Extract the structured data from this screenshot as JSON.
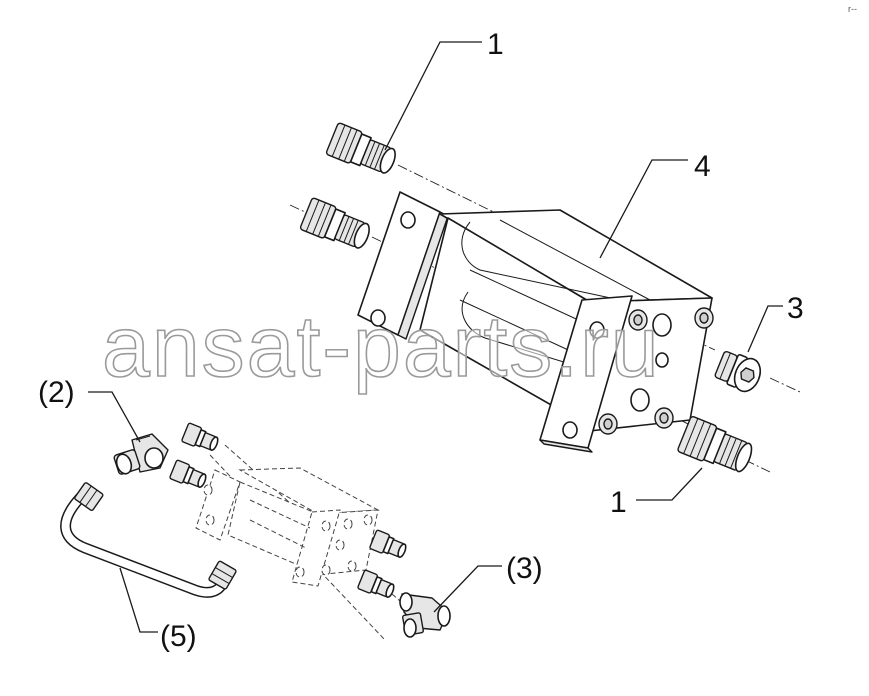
{
  "diagram": {
    "callouts": [
      {
        "id": "c1-top",
        "label": "1"
      },
      {
        "id": "c4",
        "label": "4"
      },
      {
        "id": "c3",
        "label": "3"
      },
      {
        "id": "c1-bottom",
        "label": "1"
      },
      {
        "id": "c2-paren",
        "label": "(2)"
      },
      {
        "id": "c3-paren",
        "label": "(3)"
      },
      {
        "id": "c5-paren",
        "label": "(5)"
      }
    ],
    "watermark": "ansat-parts.ru",
    "corner_mark": "r--"
  }
}
